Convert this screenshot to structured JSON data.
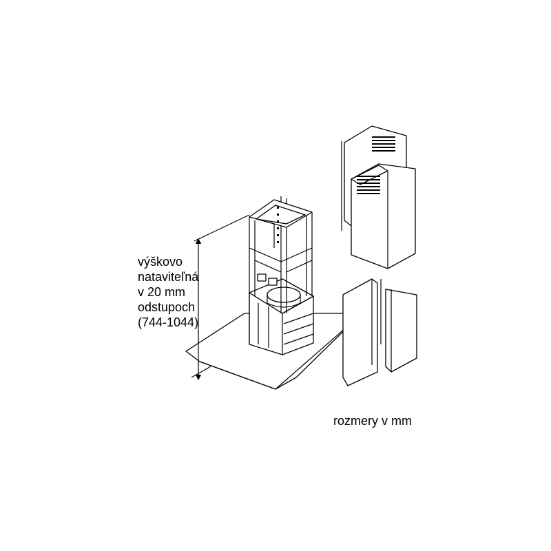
{
  "height_note": {
    "lines": [
      "výškovo",
      "nataviteľná",
      "v 20 mm",
      "odstupoch",
      "(744-1044)"
    ]
  },
  "units_note": "rozmery v mm"
}
